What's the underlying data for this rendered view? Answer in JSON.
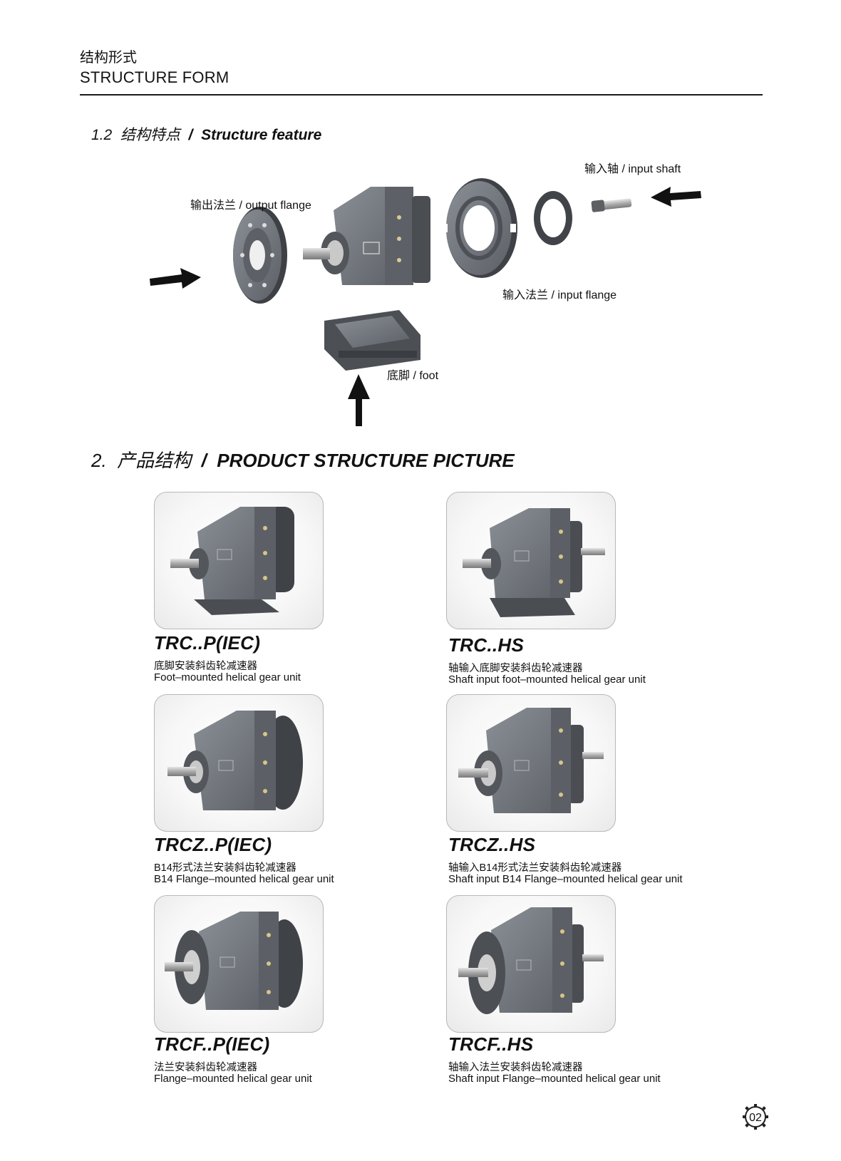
{
  "header": {
    "title_cn": "结构形式",
    "title_en": "STRUCTURE FORM"
  },
  "section1": {
    "number": "1.2",
    "title_cn": "结构特点",
    "separator": "/",
    "title_en": "Structure feature"
  },
  "diagram_labels": {
    "input_shaft": "输入轴 / input shaft",
    "output_flange": "输出法兰 / output flange",
    "input_flange": "输入法兰 / input flange",
    "foot": "底脚 / foot"
  },
  "section2": {
    "number": "2.",
    "title_cn": "产品结构",
    "separator": "/",
    "title_en": "PRODUCT STRUCTURE PICTURE"
  },
  "products": [
    {
      "model": "TRC..P(IEC)",
      "cn": "底脚安装斜齿轮减速器",
      "en": "Foot–mounted helical gear unit"
    },
    {
      "model": "TRC..HS",
      "cn": "轴输入底脚安装斜齿轮减速器",
      "en": "Shaft input foot–mounted helical gear unit"
    },
    {
      "model": "TRCZ..P(IEC)",
      "cn": "B14形式法兰安装斜齿轮减速器",
      "en": "B14 Flange–mounted helical gear unit"
    },
    {
      "model": "TRCZ..HS",
      "cn": "轴输入B14形式法兰安装斜齿轮减速器",
      "en": "Shaft input B14 Flange–mounted helical gear unit"
    },
    {
      "model": "TRCF..P(IEC)",
      "cn": "法兰安装斜齿轮减速器",
      "en": "Flange–mounted helical gear unit"
    },
    {
      "model": "TRCF..HS",
      "cn": "轴输入法兰安装斜齿轮减速器",
      "en": "Shaft input Flange–mounted helical gear unit"
    }
  ],
  "page_number": "02",
  "colors": {
    "gear_body": "#6f737a",
    "gear_dark": "#45484d",
    "gear_light": "#9aa0a8",
    "text": "#111111"
  }
}
